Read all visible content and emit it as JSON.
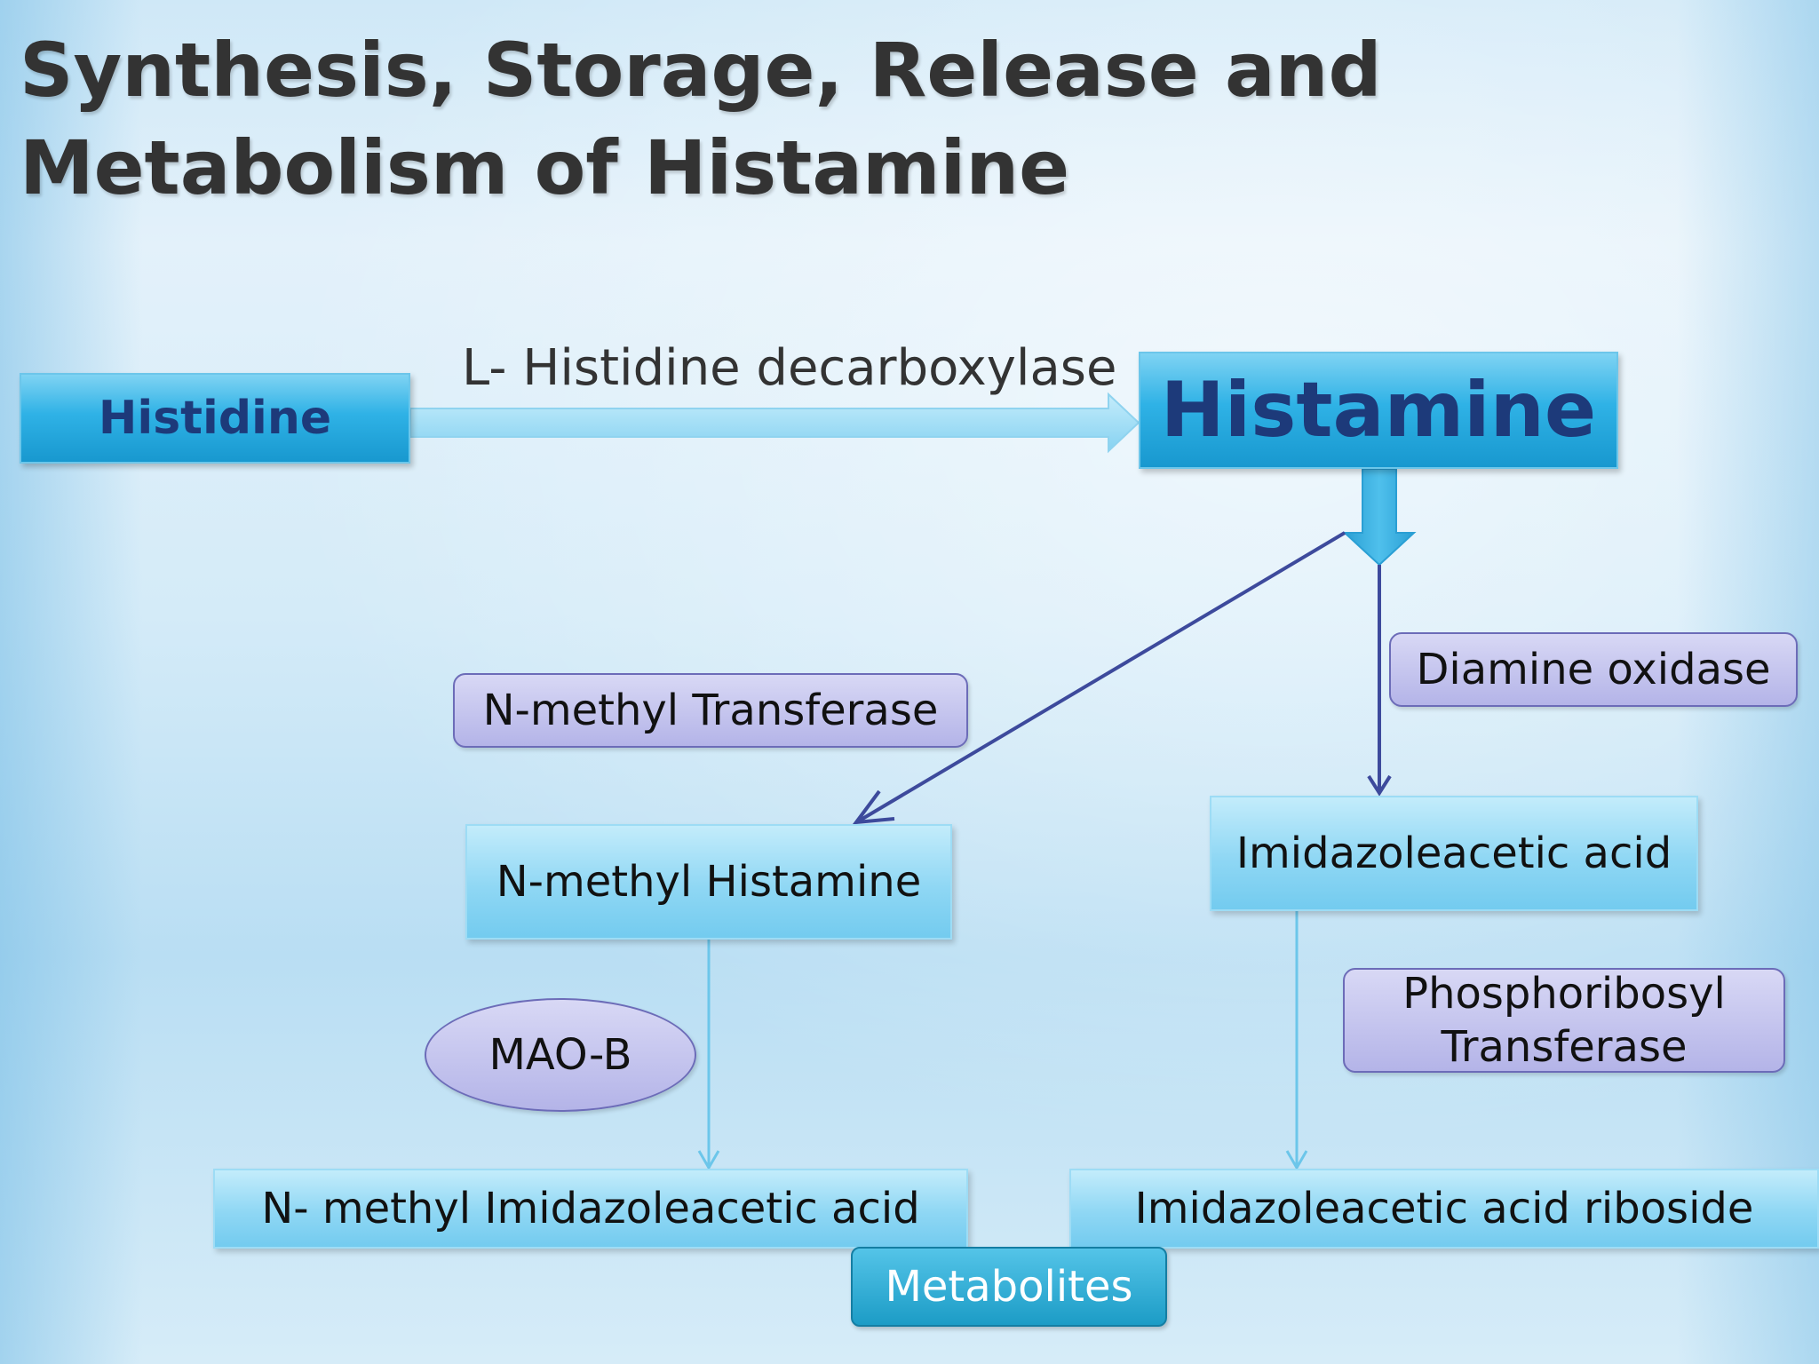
{
  "title": "Synthesis, Storage, Release and Metabolism of Histamine",
  "nodes": {
    "histidine": "Histidine",
    "histamine": "Histamine",
    "n_methyl_histamine": "N-methyl Histamine",
    "imidazoleacetic_acid": "Imidazoleacetic acid",
    "n_methyl_imidazoleacetic_acid": "N- methyl Imidazoleacetic acid",
    "imidazoleacetic_acid_riboside": "Imidazoleacetic acid riboside"
  },
  "enzymes": {
    "decarboxylase": "L- Histidine decarboxylase",
    "n_methyl_transferase": "N-methyl Transferase",
    "diamine_oxidase": "Diamine oxidase",
    "mao_b": "MAO-B",
    "phosphoribosyl_transferase_line1": "Phosphoribosyl",
    "phosphoribosyl_transferase_line2": "Transferase"
  },
  "badge": "Metabolites",
  "colors": {
    "dark_blue_box": "#1898cf",
    "light_blue_box": "#8fd7f4",
    "enzyme_purple": "#b4b4e8",
    "arrow_navy": "#3d4a9c",
    "arrow_light": "#7fd3f3",
    "node_text_navy": "#1d3a7a"
  }
}
